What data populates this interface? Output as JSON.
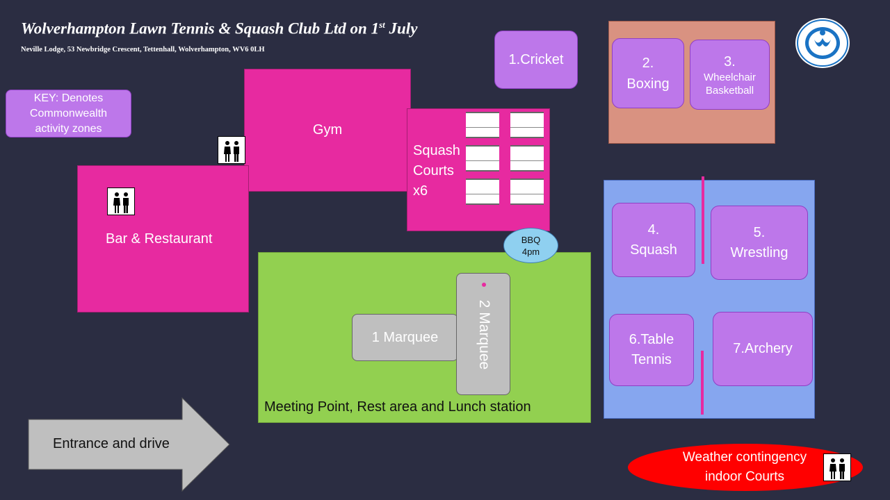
{
  "header": {
    "title": "Wolverhampton Lawn Tennis & Squash Club Ltd on 1",
    "title_sup": "st",
    "title_suffix": " July",
    "address": "Neville Lodge, 53 Newbridge Crescent, Tettenhall, Wolverhampton, WV6 0LH"
  },
  "key": {
    "label": "KEY: Denotes Commonwealth activity zones"
  },
  "buildings": {
    "gym": "Gym",
    "squash_courts": "Squash Courts x6",
    "bar_restaurant": "Bar & Restaurant",
    "meeting_point": "Meeting Point, Rest area and Lunch station",
    "marquee_1": "1 Marquee",
    "marquee_2": "2 Marquee",
    "bbq_line1": "BBQ",
    "bbq_line2": "4pm",
    "entrance": "Entrance and drive",
    "weather": "Weather contingency indoor Courts"
  },
  "zones": {
    "cricket": "1.Cricket",
    "boxing_num": "2.",
    "boxing": "Boxing",
    "wheelchair_num": "3.",
    "wheelchair": "Wheelchair Basketball",
    "squash_num": "4.",
    "squash": "Squash",
    "wrestling_num": "5.",
    "wrestling": "Wrestling",
    "table_tennis": "6.Table Tennis",
    "archery": "7.Archery"
  },
  "icons": [
    "toilets-icon",
    "club-logo-icon",
    "entrance-arrow-icon"
  ],
  "colors": {
    "background": "#2b2d42",
    "building": "#e72aa0",
    "zone": "#bd77ea",
    "lawn": "#92d050",
    "indoor": "#86a6ef",
    "outdoor_area": "#d99281",
    "marquee": "#bfbfbf",
    "bbq": "#8fd0f0",
    "weather": "#ff0000"
  }
}
